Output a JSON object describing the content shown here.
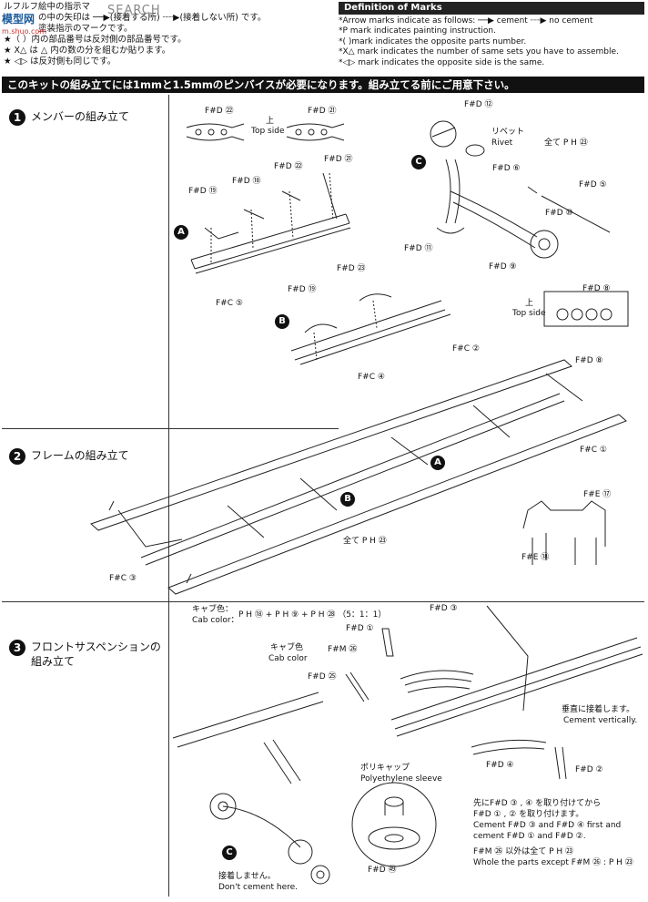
{
  "watermark": "SEARCH",
  "logo": {
    "text": "模型网",
    "sub": "m.shuo.com"
  },
  "header_left": [
    "ルフルフ絵中の指示マ",
    "の中の矢印は ──▶(接着する所) ┈┈▶(接着しない所) です。",
    "塗装指示のマークです。",
    "★（ ）内の部品番号は反対側の部品番号です。",
    "★ X△ は △ 内の数の分を組むか貼ります。",
    "★ ◁▷ は反対側も同じです。"
  ],
  "definition": {
    "title": "Definition of Marks",
    "rows": [
      "*Arrow marks indicate as follows: ──▶ cement ┈┈▶ no cement",
      "*P mark indicates painting instruction.",
      "*(  )mark indicates the opposite parts number.",
      "*X△ mark indicates the number of same sets you have to assemble.",
      "*◁▷ mark indicates the opposite side is the same."
    ]
  },
  "banner": "このキットの組み立てには1mmと1.5mmのピンバイスが必要になります。組み立てる前にご用意下さい。",
  "steps": [
    {
      "num": "1",
      "title": "メンバーの組み立て"
    },
    {
      "num": "2",
      "title": "フレームの組み立て"
    },
    {
      "num": "3",
      "title": "フロントサスペンションの組み立て"
    }
  ],
  "labels": {
    "fd22_top": "F#D ㉒",
    "fd21_top": "F#D ㉑",
    "top_side_jp": "上",
    "top_side": "Top side",
    "fd19_a": "F#D ⑲",
    "fd18_a": "F#D ⑱",
    "fd22_a": "F#D ㉒",
    "fd21_a": "F#D ㉑",
    "fc5": "F#C ⑤",
    "fd12": "F#D ⑫",
    "rivet_jp": "リベット",
    "rivet": "Rivet",
    "all_ph23_c": "全て P H ㉓",
    "fd6": "F#D ⑥",
    "fd5": "F#D ⑤",
    "fd10": "F#D ⑩",
    "fd11": "F#D ⑪",
    "fd9": "F#D ⑨",
    "fd23_b": "F#D ㉓",
    "fd19_b": "F#D ⑲",
    "fc4": "F#C ④",
    "fd8_box": "F#D ⑧",
    "top_side_jp2": "上",
    "top_side2": "Top side",
    "fc2": "F#C ②",
    "fd8": "F#D ⑧",
    "fc1": "F#C ①",
    "fe17": "F#E ⑰",
    "fe18": "F#E ⑱",
    "all_ph23_frame": "全て P H ㉓",
    "fc3": "F#C ③",
    "cab_color_jp": "キャブ色：",
    "cab_color": "Cab color：",
    "cab_mix": "P H ⑱ + P H ⑨ + P H ㉘ （5：1：1）",
    "fd3": "F#D ③",
    "fd1": "F#D ①",
    "cab_color_jp2": "キャブ色",
    "cab_color2": "Cab color",
    "fm26": "F#M ㉖",
    "fd25": "F#D ㉕",
    "cement_vert_jp": "垂直に接着します。",
    "cement_vert": "Cement vertically.",
    "fd4": "F#D ④",
    "fd2": "F#D ②",
    "poly_jp": "ポリキャップ",
    "poly": "Polyethylene sleeve",
    "fd49": "F#D ㊾",
    "dont_jp": "接着しません。",
    "dont": "Don't cement here.",
    "order_jp1": "先にF#D ③ , ④ を取り付けてから",
    "order_jp2": "F#D ① , ② を取り付けます。",
    "order_en1": "Cement F#D ③ and F#D ④ first and",
    "order_en2": "cement F#D ① and F#D ②.",
    "except_jp": "F#M ㉖ 以外は全て P H ㉓",
    "except_en": "Whole the parts except F#M ㉖ : P H ㉓"
  },
  "markers": {
    "a": "A",
    "b": "B",
    "c": "C"
  }
}
